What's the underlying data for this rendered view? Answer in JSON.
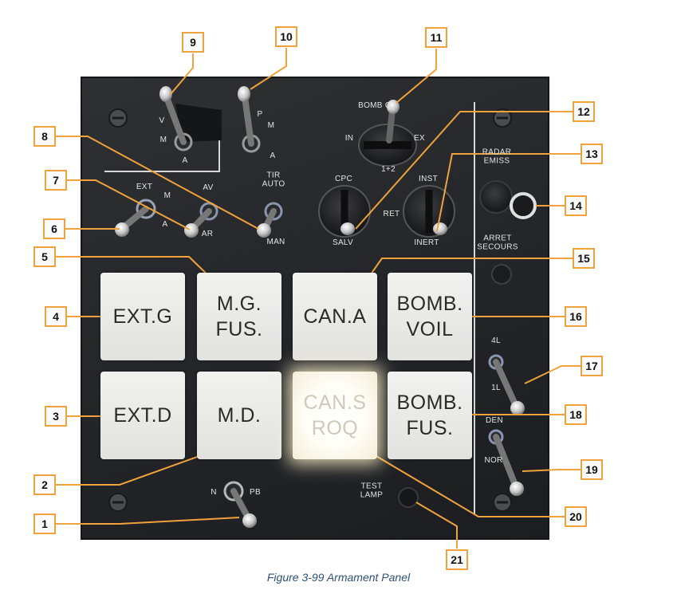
{
  "panel": {
    "switch_labels": {
      "v": "V",
      "m_left": "M",
      "a_left": "A",
      "p": "P",
      "m_right": "M",
      "a_right": "A",
      "bomb_q": "BOMB  Q",
      "in": "IN",
      "ex": "EX",
      "one_plus_two": "1+2",
      "radar_emiss": "RADAR\nEMISS",
      "ext": "EXT",
      "m_ext": "M",
      "a_ext": "A",
      "av": "AV",
      "ar": "AR",
      "tir_auto": "TIR\nAUTO",
      "man": "MAN",
      "cpc": "CPC",
      "salv": "SALV",
      "inst": "INST",
      "ret": "RET",
      "inert": "INERT",
      "arret_secours": "ARRET\nSECOURS",
      "four_l": "4L",
      "one_l": "1L",
      "den": "DEN",
      "nor": "NOR",
      "n": "N",
      "pb": "PB",
      "test_lamp": "TEST\nLAMP"
    },
    "lamps": {
      "ext_g": "EXT.G",
      "mg_fus_1": "M.G.",
      "mg_fus_2": "FUS.",
      "can_a": "CAN.A",
      "bomb_voil_1": "BOMB.",
      "bomb_voil_2": "VOIL",
      "ext_d": "EXT.D",
      "md": "M.D.",
      "can_s_1": "CAN.S",
      "can_s_2": "ROQ",
      "bomb_fus_1": "BOMB.",
      "bomb_fus_2": "FUS."
    },
    "lit_lamp": "CAN.S ROQ"
  },
  "callouts": [
    "1",
    "2",
    "3",
    "4",
    "5",
    "6",
    "7",
    "8",
    "9",
    "10",
    "11",
    "12",
    "13",
    "14",
    "15",
    "16",
    "17",
    "18",
    "19",
    "20",
    "21"
  ],
  "caption": "Figure 3-99 Armament Panel",
  "colors": {
    "callout_border": "#f0a23c",
    "panel": "#26282b",
    "lamp_unlit": "#e8e8e6",
    "lamp_lit_glow": "#fff6d8",
    "caption": "#2f4f7a"
  },
  "icons": [
    "screw-head-icon",
    "toggle-switch-icon",
    "rotary-selector-icon",
    "push-button-icon"
  ]
}
